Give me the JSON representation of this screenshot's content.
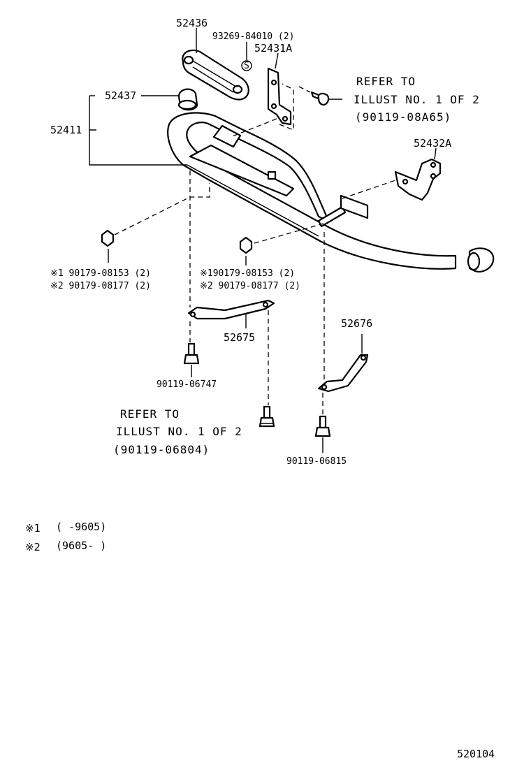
{
  "parts": {
    "p52436": "52436",
    "p93269": "93269-84010 (2)",
    "p52431A": "52431A",
    "p52437": "52437",
    "p52411": "52411",
    "p52432A": "52432A",
    "p52675": "52675",
    "p52676": "52676",
    "p90119_06747": "90119-06747",
    "p90119_06815": "90119-06815",
    "s_marker": "S"
  },
  "nut_left": {
    "line1": "※1 90179-08153 (2)",
    "line2": "※2 90179-08177 (2)"
  },
  "nut_mid": {
    "line1": "※190179-08153 (2)",
    "line2": "※2 90179-08177 (2)"
  },
  "refer_top": {
    "line1": "REFER TO",
    "line2": "ILLUST NO. 1  OF  2",
    "line3": "(90119-08A65)"
  },
  "refer_bottom": {
    "line1": "REFER TO",
    "line2": "ILLUST NO. 1  OF  2",
    "line3": "(90119-06804)"
  },
  "legend": {
    "mark1": "※1",
    "range1": "(     -9605)",
    "mark2": "※2",
    "range2": "(9605-     )"
  },
  "figure_code": "520104"
}
